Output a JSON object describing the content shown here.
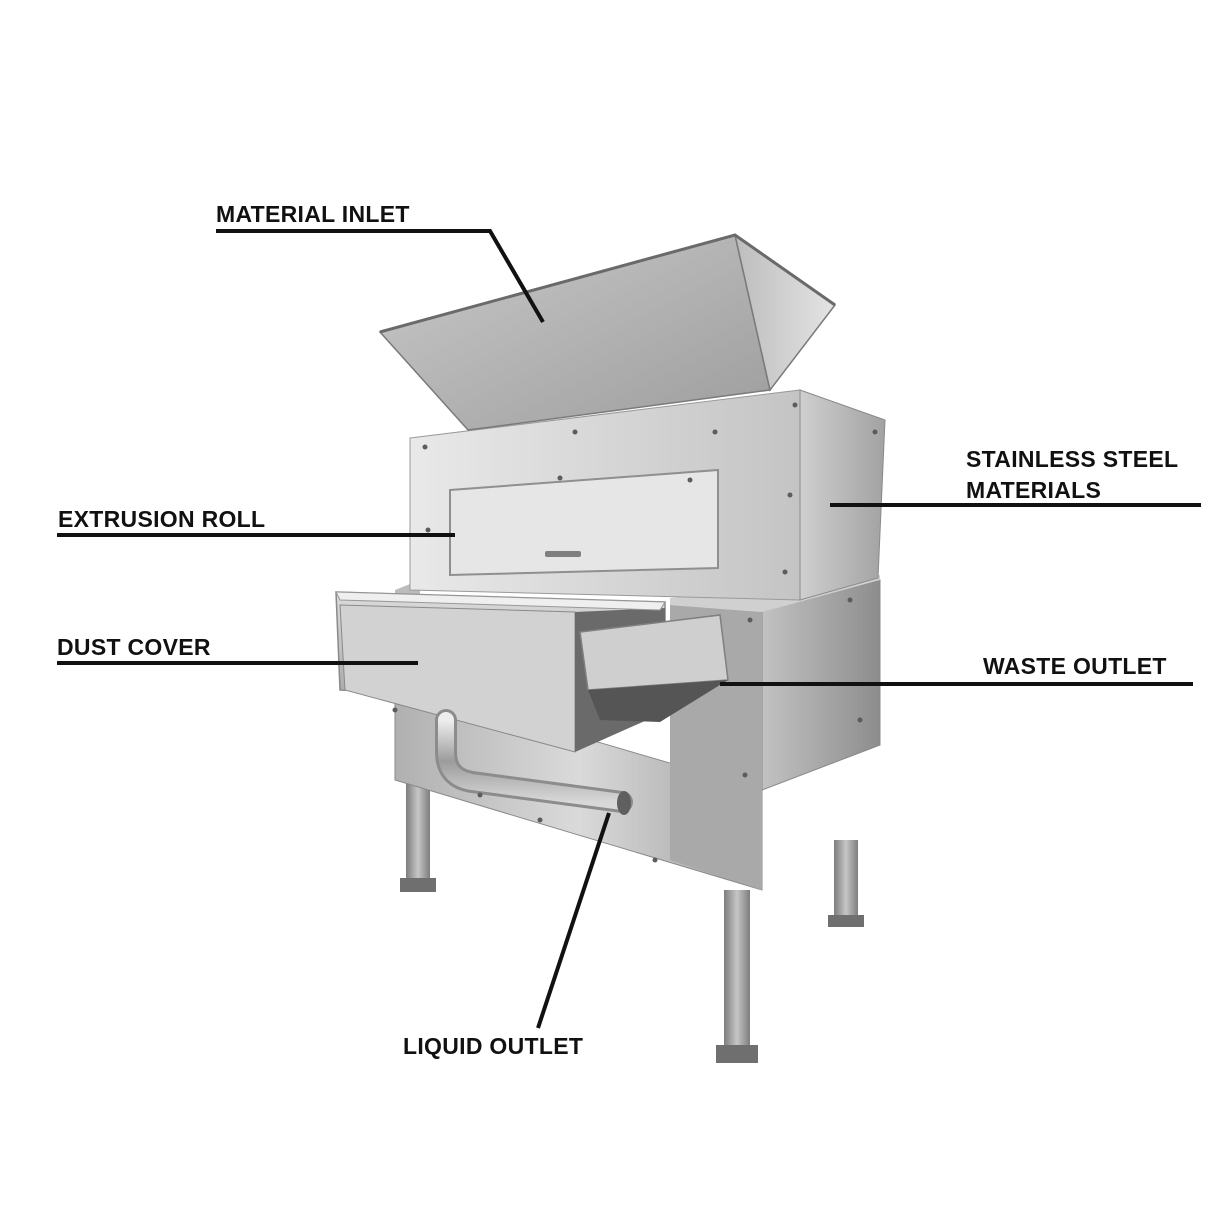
{
  "labels": {
    "material_inlet": "MATERIAL INLET",
    "stainless_steel_line1": "STAINLESS STEEL",
    "stainless_steel_line2": "MATERIALS",
    "extrusion_roll": "EXTRUSION ROLL",
    "dust_cover": "DUST COVER",
    "waste_outlet": "WASTE OUTLET",
    "liquid_outlet": "LIQUID OUTLET"
  },
  "colors": {
    "leader_line": "#111111",
    "steel_light": "#d6d6d6",
    "steel_mid": "#b4b4b4",
    "steel_dark": "#8a8a8a",
    "background": "#ffffff"
  }
}
